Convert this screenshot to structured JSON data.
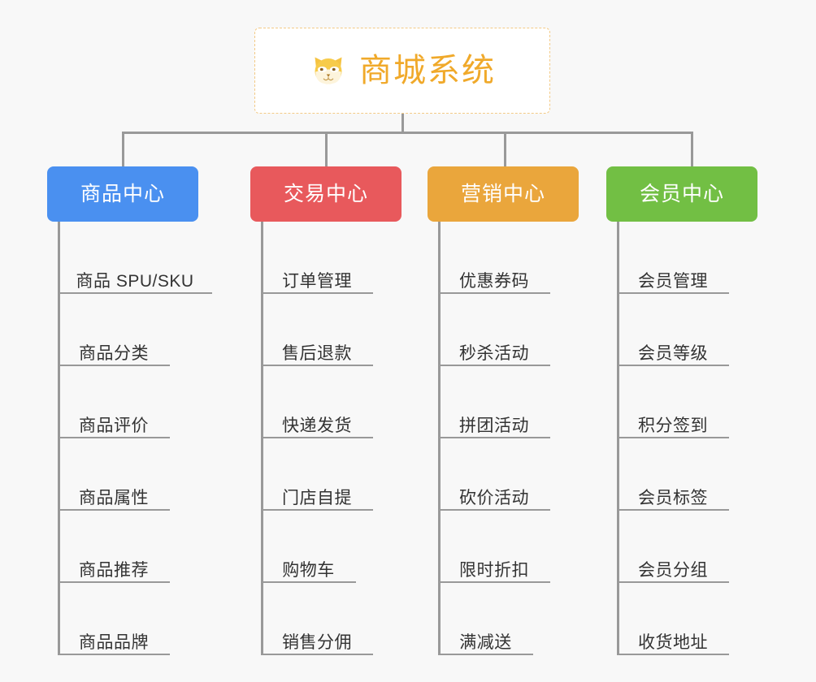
{
  "background_color": "#f8f8f8",
  "connector_color": "#999999",
  "root": {
    "title": "商城系统",
    "icon": "shiba-inu-icon",
    "text_color": "#f0a92a",
    "border_color": "#f3ca86",
    "background_color": "#ffffff"
  },
  "columns": [
    {
      "label": "商品中心",
      "color": "#4a90f0",
      "items": [
        "商品 SPU/SKU",
        "商品分类",
        "商品评价",
        "商品属性",
        "商品推荐",
        "商品品牌"
      ]
    },
    {
      "label": "交易中心",
      "color": "#e8595c",
      "items": [
        "订单管理",
        "售后退款",
        "快递发货",
        "门店自提",
        "购物车",
        "销售分佣"
      ]
    },
    {
      "label": "营销中心",
      "color": "#eaa63c",
      "items": [
        "优惠券码",
        "秒杀活动",
        "拼团活动",
        "砍价活动",
        "限时折扣",
        "满减送"
      ]
    },
    {
      "label": "会员中心",
      "color": "#72bf44",
      "items": [
        "会员管理",
        "会员等级",
        "积分签到",
        "会员标签",
        "会员分组",
        "收货地址"
      ]
    }
  ]
}
